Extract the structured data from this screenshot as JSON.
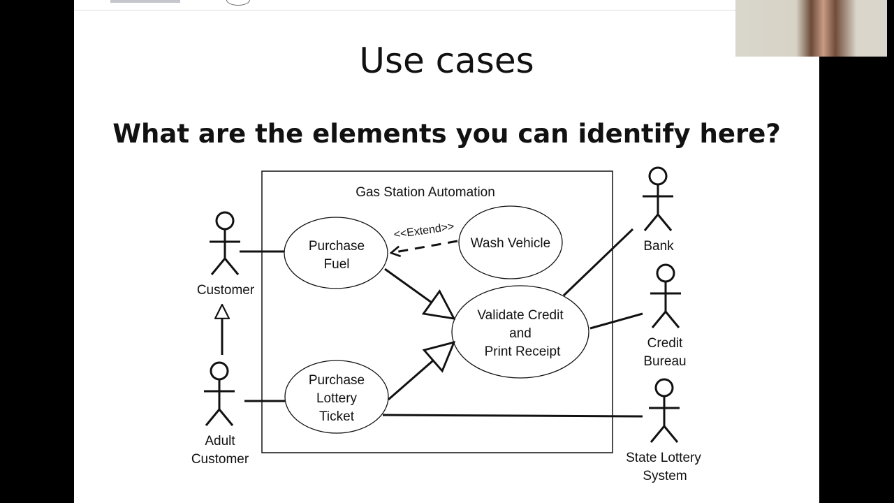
{
  "slide": {
    "title": "Use cases",
    "question": "What are the elements you can identify here?"
  },
  "diagram": {
    "system": "Gas Station Automation",
    "use_cases": {
      "purchase_fuel": [
        "Purchase",
        "Fuel"
      ],
      "wash_vehicle": "Wash Vehicle",
      "validate": [
        "Validate Credit",
        "and",
        "Print Receipt"
      ],
      "lottery": [
        "Purchase",
        "Lottery",
        "Ticket"
      ]
    },
    "extend_label": "<<Extend>>",
    "actors": {
      "customer": [
        "Customer"
      ],
      "adult_customer": [
        "Adult",
        "Customer"
      ],
      "bank": [
        "Bank"
      ],
      "credit_bureau": [
        "Credit",
        "Bureau"
      ],
      "state_lottery": [
        "State Lottery",
        "System"
      ]
    }
  },
  "webcam": {
    "icon": "presenter-video"
  }
}
